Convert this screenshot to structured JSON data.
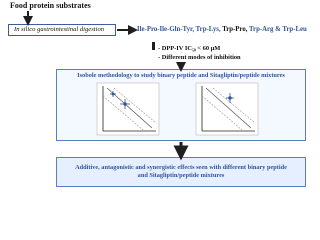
{
  "title": "Food protein substrates",
  "digestion_step": "In silico gastrointestinal  digestion",
  "peptides": {
    "prefix_blue": "Ile-Pro-Ile-Gln-Tyr, Trp-Lys,",
    "middle_black": " Trp-Pro, ",
    "suffix_blue": "Trp-Arg & Trp-Leu"
  },
  "findings": [
    "- DPP-IV IC₅₀ < 60 µM",
    "- Different modes of inhibition"
  ],
  "panel_title": "Isobole methodology to study binary peptide and Sitagliptin/peptide mixtures",
  "result_lines": [
    "Additive, antagonistic  and synergistic effects seen with different binary peptide",
    "and Sitagliptin/peptide mixtures"
  ],
  "colors": {
    "accent": "#2f5597",
    "box_border": "#5a7fc0",
    "arrow": "#1f1f1f"
  }
}
